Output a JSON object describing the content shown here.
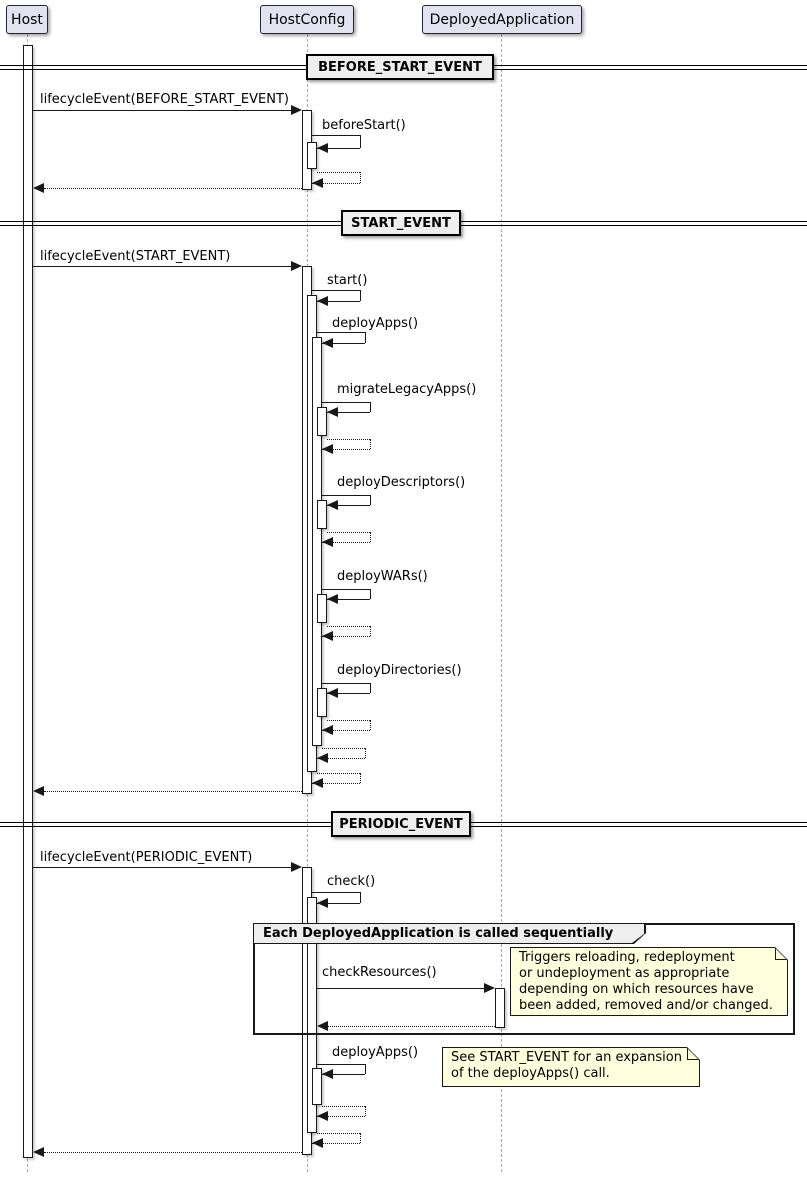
{
  "participants": [
    {
      "name": "Host"
    },
    {
      "name": "HostConfig"
    },
    {
      "name": "DeployedApplication"
    }
  ],
  "dividers": [
    {
      "label": "BEFORE_START_EVENT"
    },
    {
      "label": "START_EVENT"
    },
    {
      "label": "PERIODIC_EVENT"
    }
  ],
  "messages": {
    "lifecycle_before_start": "lifecycleEvent(BEFORE_START_EVENT)",
    "before_start": "beforeStart()",
    "lifecycle_start": "lifecycleEvent(START_EVENT)",
    "start": "start()",
    "deploy_apps": "deployApps()",
    "migrate_legacy_apps": "migrateLegacyApps()",
    "deploy_descriptors": "deployDescriptors()",
    "deploy_wars": "deployWARs()",
    "deploy_directories": "deployDirectories()",
    "lifecycle_periodic": "lifecycleEvent(PERIODIC_EVENT)",
    "check": "check()",
    "check_resources": "checkResources()",
    "deploy_apps_periodic": "deployApps()"
  },
  "group": {
    "label": "Each DeployedApplication is called sequentially"
  },
  "notes": {
    "check_resources": "Triggers reloading, redeployment\nor undeployment as appropriate\ndepending on which resources have\nbeen added, removed and/or changed.",
    "deploy_apps": "See START_EVENT for an expansion\nof the deployApps() call."
  },
  "colors": {
    "background": "#FFFFFF",
    "participant_fill": "#E2E2F0",
    "line": "#181818",
    "lifeline": "#A8A8A8",
    "divider_fill": "#EEEEEE",
    "group_header_fill": "#EEEEEE",
    "note_fill": "#FEFFDD"
  }
}
